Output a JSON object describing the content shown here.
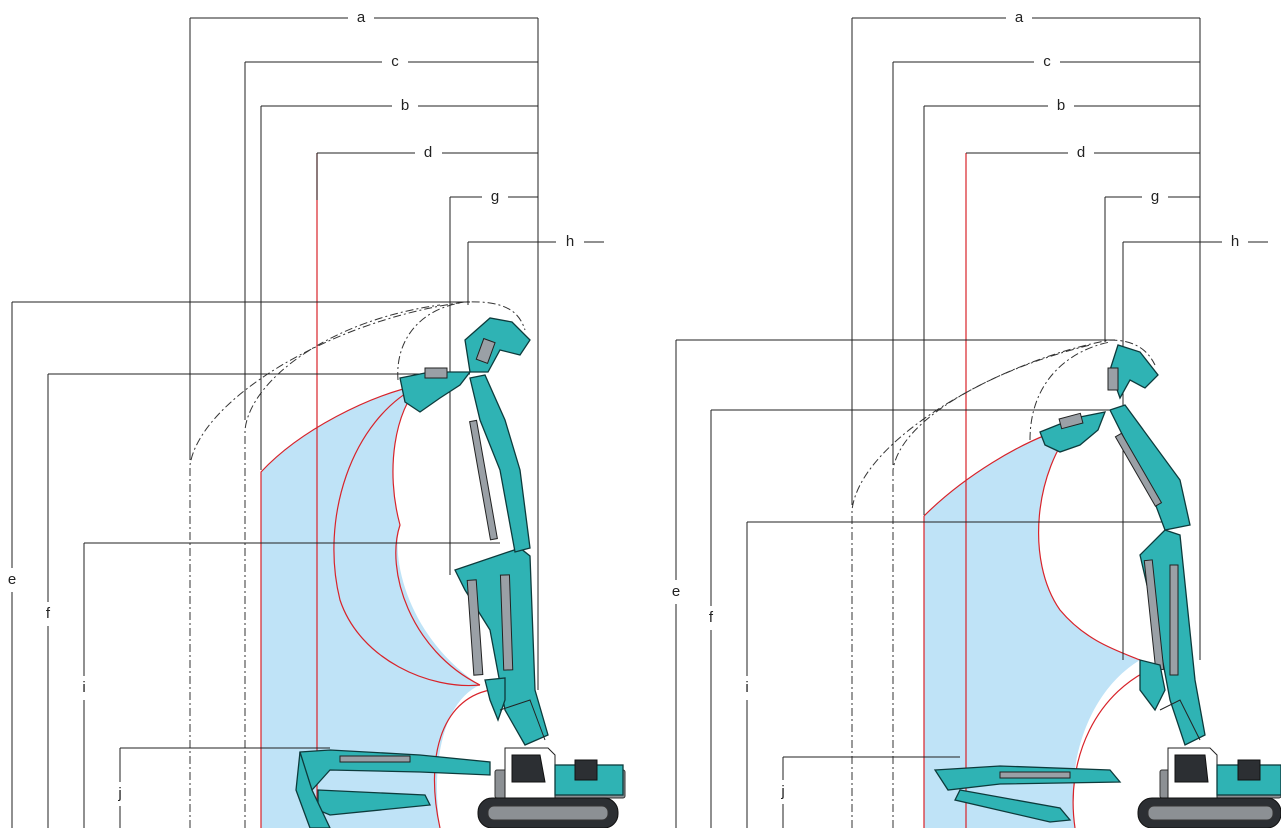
{
  "diagram": {
    "title": "",
    "labels": {
      "a": "a",
      "b": "b",
      "c": "c",
      "d": "d",
      "e": "e",
      "f": "f",
      "g": "g",
      "h": "h",
      "i": "i",
      "j": "j"
    },
    "colors": {
      "work_envelope": "#bfe3f7",
      "reach_curve": "#d8232a",
      "machine": "#2fb3b4",
      "dimension_line": "#222222"
    },
    "icons": [
      "excavator-left-icon",
      "excavator-right-icon"
    ]
  }
}
